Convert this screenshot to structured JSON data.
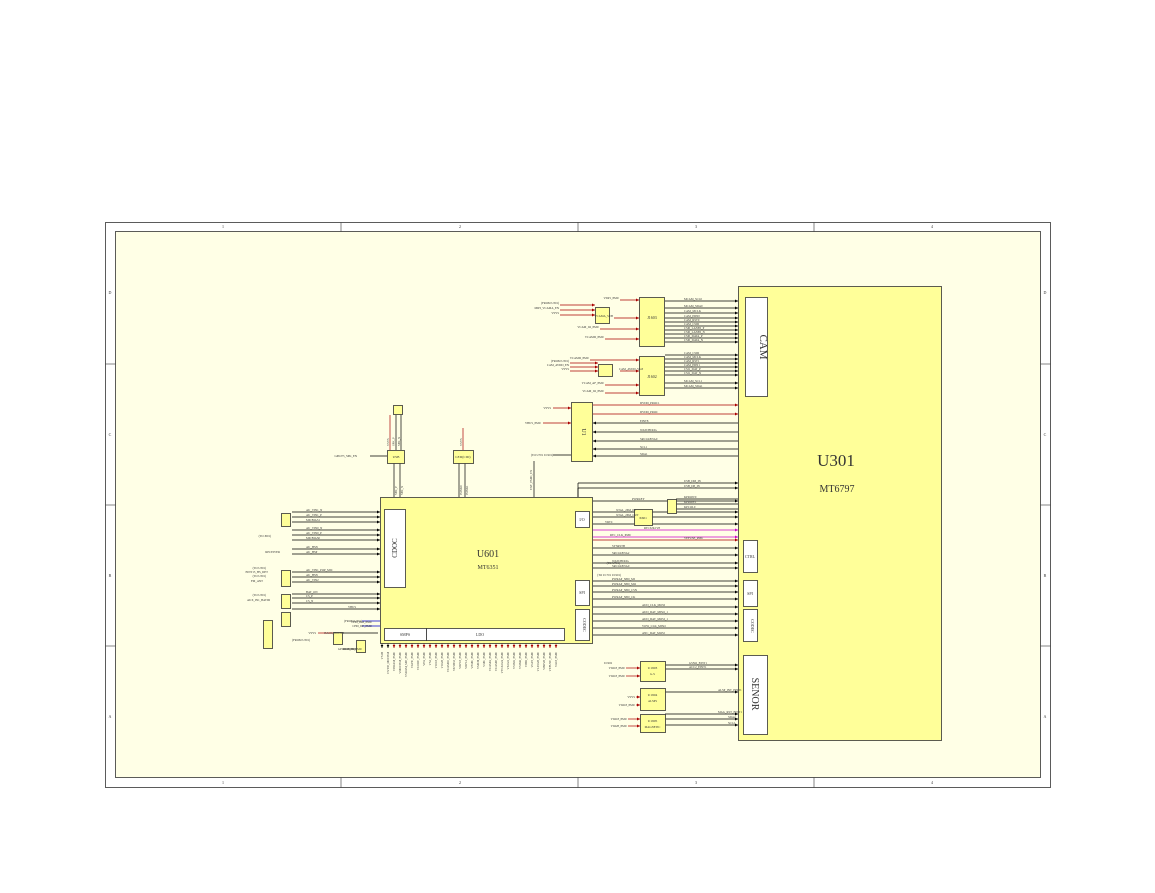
{
  "frame": {
    "col_labels": [
      "1",
      "2",
      "3",
      "4"
    ],
    "row_labels": [
      "D",
      "C",
      "B",
      "A"
    ],
    "paper_color": "#ffffe6",
    "block_color": "#ffff99",
    "wire_color": "#000000",
    "power_color": "#aa0000",
    "highlight_color": "#cc00cc",
    "blue_color": "#0000cc"
  },
  "blocks": {
    "u301": {
      "ref": "U301",
      "part": "MT6797",
      "cam": "CAM",
      "ctrl": "CTRL",
      "spi": "SPI",
      "codec": "CODEC",
      "sensor": "SENOR"
    },
    "u601": {
      "ref": "U601",
      "part": "MT6351",
      "cdoc": "CDOC",
      "io": "I/O",
      "spi": "SPI",
      "codec": "CODEC",
      "smps": "SMPS",
      "ldo": "LDO"
    },
    "u1": "U1",
    "j1603": "J1603",
    "j1602": "J1602",
    "led": "LED(CID)",
    "usb": "USB",
    "x601": "X601",
    "sensor_ics": [
      {
        "ref": "U1903",
        "sub": "G-S"
      },
      {
        "ref": "U1904",
        "sub": "ALSPS"
      },
      {
        "ref": "U1905",
        "sub": "MAGNETIC"
      }
    ]
  },
  "signals": {
    "cam_right": [
      "MCAM_SCL0",
      "MCAM_SDA0",
      "CAM_MCLK",
      "CAM_PDN0",
      "CAM_RST0",
      "CAM_CSID",
      "CSI0_LANE0_P",
      "CSI0_LANE0_N",
      "CSI0_DATA_P",
      "CSI0_DATA_N",
      "CAM_CSID",
      "CAM_MCLK",
      "CAM_RST1",
      "CAM_PDN1",
      "CSI1_DAT_P",
      "CSI1_DAT_N",
      "MCAM_SCL1",
      "MCAM_SDA1"
    ],
    "u1_right": [
      "DVDD_PROC1",
      "DVDD_PROC",
      "EINT8",
      "WATCHDOG",
      "SRCLKENA0",
      "SCL1",
      "SDA1"
    ],
    "u1_left": [
      "VSYS",
      "VBUS_PMU"
    ],
    "u1_note": "(TO U701 U1901)",
    "j1603_left": [
      "VDP1_PMU",
      "(FROM U301)",
      "MIPI_VCAMA_EN",
      "VSYS",
      "VCAMA_SUB",
      "VCAM_IO_PMU",
      "VCAMD_PMU"
    ],
    "j1602_left": [
      "VCAMD_PMU",
      "(FROM U301)",
      "CAM_AVDD_EN",
      "VSYS",
      "CAM_AVDD_VGP",
      "VCAM_AF_PMU",
      "VCAM_IO_PMU"
    ],
    "ctrl_left": [
      "USB_DM_IN",
      "USB_DP_IN",
      "PWRKEY",
      "KPROW0",
      "KPROW1",
      "KPCOL0",
      "XTAL_26M_IN",
      "XTAL_26M_OUT",
      "VRTC",
      "RTC32K1V8",
      "RTC_CLK_PMU",
      "VEFUSE_PMU",
      "SYSRSTB",
      "SRCLKENA2",
      "WATCHDOG",
      "SRCLKENA0",
      "PWRAP_SPI0_MI",
      "PWRAP_SPI0_MO",
      "PWRAP_SPI0_CSN",
      "PWRAP_SPI0_CK",
      "AUD_CLK_MOSI",
      "AUD_DAT_MISO_1",
      "AUD_DAT_MOSI_1",
      "VOW_CLK_MISO",
      "ANC_DAT_MOSI"
    ],
    "ctrl_notes": [
      "(TO U701)",
      "(TO U1701 U1901)"
    ],
    "sensor_left": [
      "U1902",
      "VIO18_PMU",
      "VIO18_PMU",
      "VSYS",
      "VIO18_PMU",
      "VIO18_PMU",
      "VIO28_PMU"
    ],
    "sensor_right": [
      "GSNO_EINT1",
      "ACC2_EINT1",
      "ALSP_INT_EINT1",
      "MAG_RST_EINT1",
      "SDA2",
      "SCL2"
    ],
    "u601_left": [
      "AU_VIN1_N",
      "AU_VIN1_P",
      "MICBIAS1",
      "AU_VIN0_N",
      "AU_VIN0_P",
      "MICBIAS0",
      "AU_HSN",
      "AU_HSP",
      "AU_VIN1_POP_MIC",
      "AU_HSN",
      "AU_VIN2",
      "BAT_ON",
      "CS_P",
      "CS_N",
      "VBUS"
    ],
    "u601_left_notes": [
      "(TO J601)",
      "RECEIVER",
      "(TO U301)",
      "EINT15_HS_DET",
      "(TO U301)",
      "FM_ANT",
      "(TO U301)",
      "AUX_IN1_BATID",
      "(FROM U301)",
      "CHD_DM_PMU",
      "CHD_DP_PMU",
      "VSYS",
      "BACK_BOOST",
      "(FROM U301)",
      "GPIO115_JR_PMU"
    ],
    "u601_bottom": [
      "VS1B",
      "DVDD_MODEM",
      "VDRAM_PMU",
      "VMODEM_PMU",
      "VSRAM_MD_PMU",
      "VGPU_PMU",
      "VCORE_PMU",
      "VPA_PMU",
      "VS2_PMU",
      "VIO18_PMU",
      "VIO28_PMU",
      "VCAMIO_PMU",
      "VUSB33_PMU",
      "VRF18_PMU",
      "VRF12_PMU",
      "VEMC_PMU",
      "VMCH_PMU",
      "VMC_PMU",
      "VCAMA_PMU",
      "VCAMD_PMU",
      "VTCXO24_PMU",
      "VXO22_PMU",
      "VSIM1_PMU",
      "VSIM2_PMU",
      "VIBR_PMU",
      "VGP3_PMU",
      "VLDO28_PMU",
      "VBIF28_PMU",
      "VEFUSE_PMU",
      "VA18_PMU"
    ],
    "usb_left": "GPIO75_SPK_EN",
    "usb_top": [
      "VSYS",
      "SPK_P",
      "SPK_N"
    ],
    "usb_bottom": [
      "SPK_P",
      "SPK_N"
    ],
    "led_top": "VSYS",
    "led_bottom": [
      "ISINK0",
      "ISINK1"
    ],
    "ext_pmic": "EXT_PMIC_EN"
  }
}
